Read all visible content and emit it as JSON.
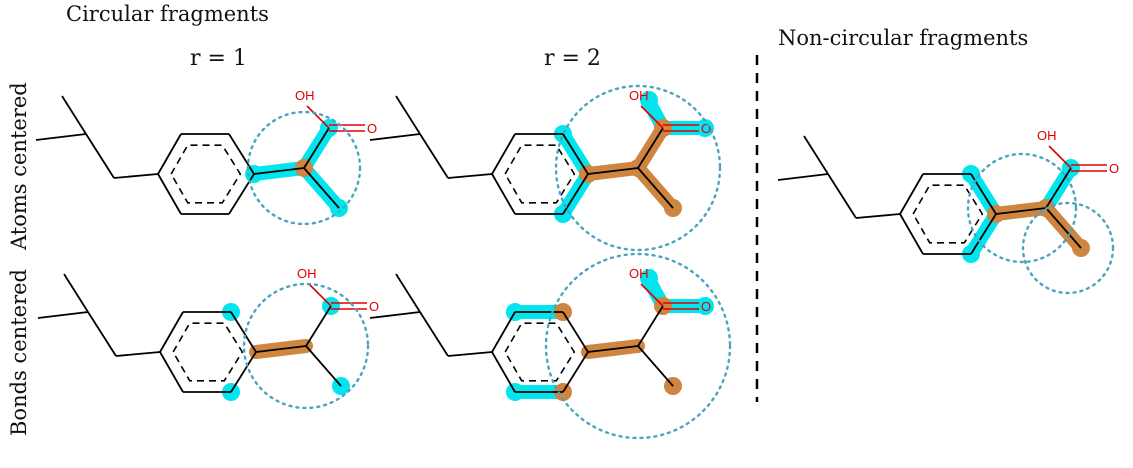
{
  "headings": {
    "circular": "Circular fragments",
    "non_circular": "Non-circular fragments",
    "radius_1": "r = 1",
    "radius_2": "r = 2",
    "row_atoms": "Atoms centered",
    "row_bonds": "Bonds centered"
  },
  "molecule": {
    "hydroxyl_label": "OH",
    "oxygen_label": "O"
  },
  "colors": {
    "bond": "#000000",
    "heteroatom": "#e00000",
    "neighbor_highlight": "#00e5ee",
    "core_highlight": "#cd853f",
    "radius_circle": "#4aa3bf",
    "separator": "#000000"
  },
  "panels": [
    {
      "id": "atoms-r1",
      "row": "atoms",
      "radius": 1,
      "core_atoms": [
        "calpha"
      ],
      "neighbor_atoms": [
        "ring1",
        "carboxyl_c",
        "methyl"
      ],
      "circles": 1
    },
    {
      "id": "atoms-r2",
      "row": "atoms",
      "radius": 2,
      "core_atoms": [
        "ring1",
        "calpha",
        "carboxyl_c",
        "methyl"
      ],
      "neighbor_atoms": [
        "ring_ortho_a",
        "ring_ortho_b",
        "hydroxyl",
        "carbonyl_o"
      ],
      "circles": 1
    },
    {
      "id": "bonds-r1",
      "row": "bonds",
      "radius": 1,
      "core_bonds": [
        "ring1-calpha"
      ],
      "neighbor_atoms": [
        "ring_ortho_a",
        "ring_ortho_b",
        "carboxyl_c",
        "methyl"
      ],
      "circles": 1
    },
    {
      "id": "bonds-r2",
      "row": "bonds",
      "radius": 2,
      "core_bonds": [
        "ring1-calpha"
      ],
      "core_atoms": [
        "ring_ortho_a",
        "ring_ortho_b",
        "carboxyl_c",
        "methyl"
      ],
      "neighbor_atoms": [
        "ring_meta_a",
        "ring_meta_b",
        "hydroxyl",
        "carbonyl_o"
      ],
      "circles": 1
    },
    {
      "id": "non-circular",
      "row": "none",
      "radius": null,
      "core_atoms": [
        "ring1",
        "calpha",
        "methyl"
      ],
      "neighbor_atoms": [
        "ring_ortho_a",
        "ring_ortho_b",
        "carboxyl_c"
      ],
      "circles": 2
    }
  ]
}
